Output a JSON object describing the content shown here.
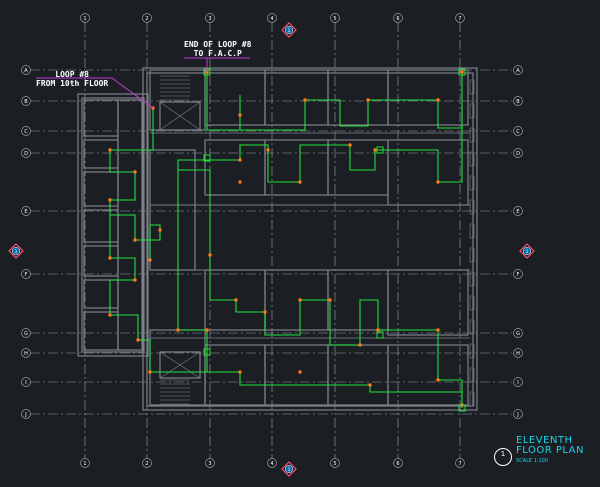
{
  "drawing": {
    "grid_columns": [
      "1",
      "2",
      "3",
      "4",
      "5",
      "6",
      "7"
    ],
    "grid_rows": [
      "A",
      "B",
      "C",
      "D",
      "E",
      "F",
      "G",
      "H",
      "I",
      "J"
    ],
    "section_markers": [
      "1",
      "1",
      "1",
      "1"
    ],
    "colors": {
      "background": "#1b1f24",
      "grid": "#9aa0a6",
      "walls": "#7d8288",
      "loop_wire": "#22e03a",
      "device": "#ff7a18",
      "leader": "#c03ad6",
      "section_marker": "#ff4d6d",
      "title": "#19d3e6"
    }
  },
  "annotations": {
    "loop_start": [
      "LOOP #8",
      "FROM 10th FLOOR"
    ],
    "loop_end": [
      "END OF LOOP #8",
      "TO F.A.C.P"
    ]
  },
  "title_block": {
    "title_line1": "ELEVENTH",
    "title_line2": "FLOOR PLAN",
    "scale": "SCALE   1:100",
    "view_number": "1"
  }
}
